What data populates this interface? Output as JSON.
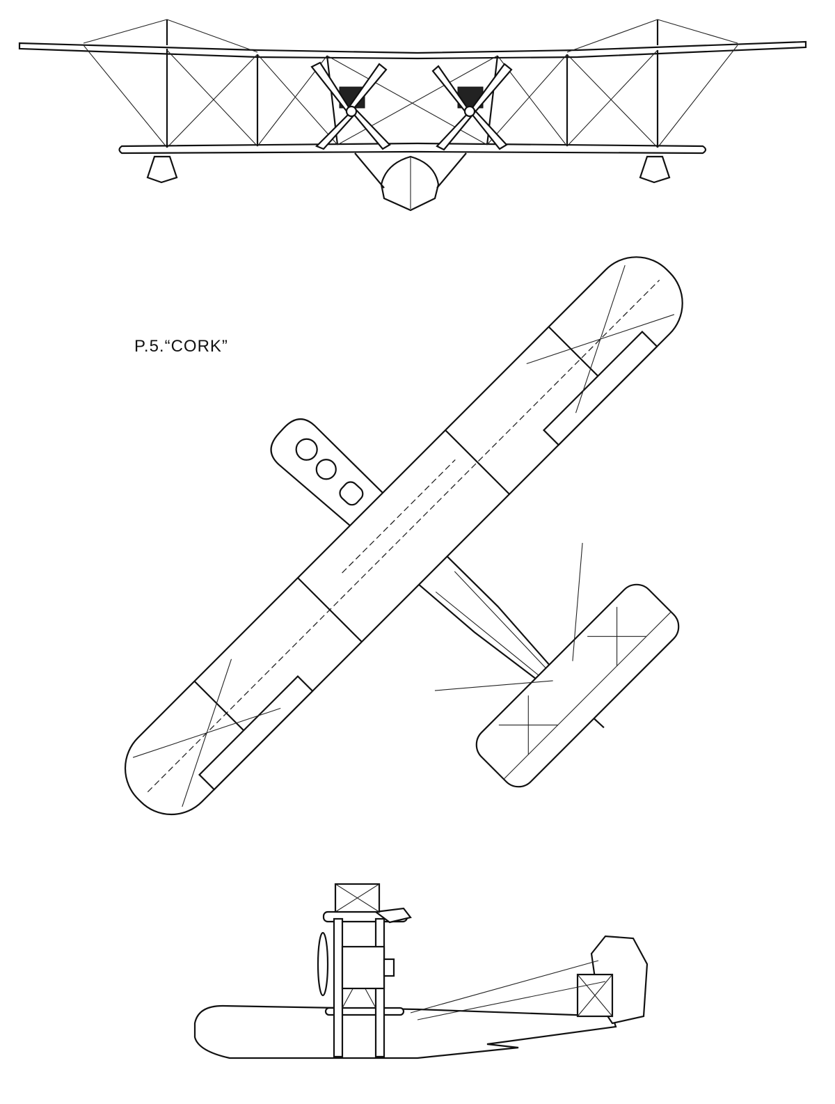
{
  "drawing": {
    "title": "P.5.“CORK”",
    "views": [
      "front-view",
      "plan-view",
      "side-view"
    ],
    "line_color": "#111111",
    "background": "#ffffff"
  }
}
